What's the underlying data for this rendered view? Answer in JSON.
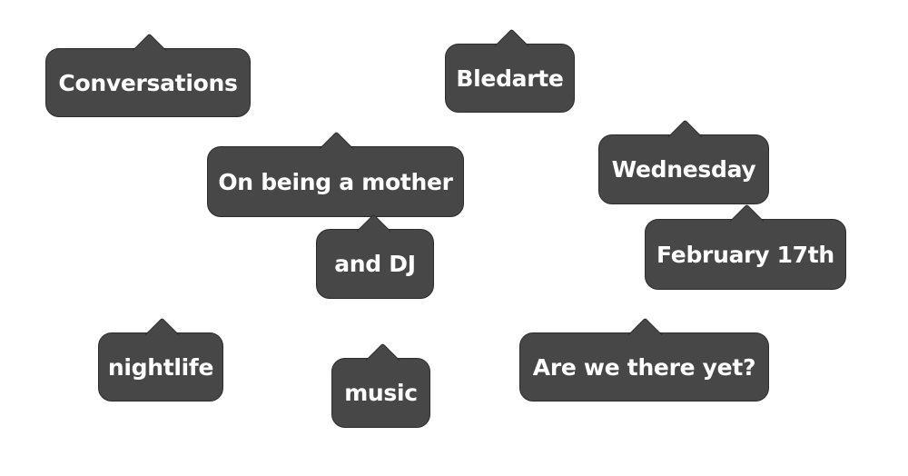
{
  "tags": [
    {
      "id": "conversations",
      "text": "Conversations"
    },
    {
      "id": "bledarte",
      "text": "Bledarte"
    },
    {
      "id": "on-being-a-mother",
      "text": "On being a mother"
    },
    {
      "id": "wednesday",
      "text": "Wednesday"
    },
    {
      "id": "and-dj",
      "text": "and DJ"
    },
    {
      "id": "february-17th",
      "text": "February 17th"
    },
    {
      "id": "nightlife",
      "text": "nightlife"
    },
    {
      "id": "music",
      "text": "music"
    },
    {
      "id": "are-we-there-yet",
      "text": "Are we there yet?"
    }
  ],
  "colors": {
    "tag_fill": "#474747",
    "tag_border": "#2c2c2c",
    "text": "#ffffff",
    "background": "#ffffff"
  }
}
